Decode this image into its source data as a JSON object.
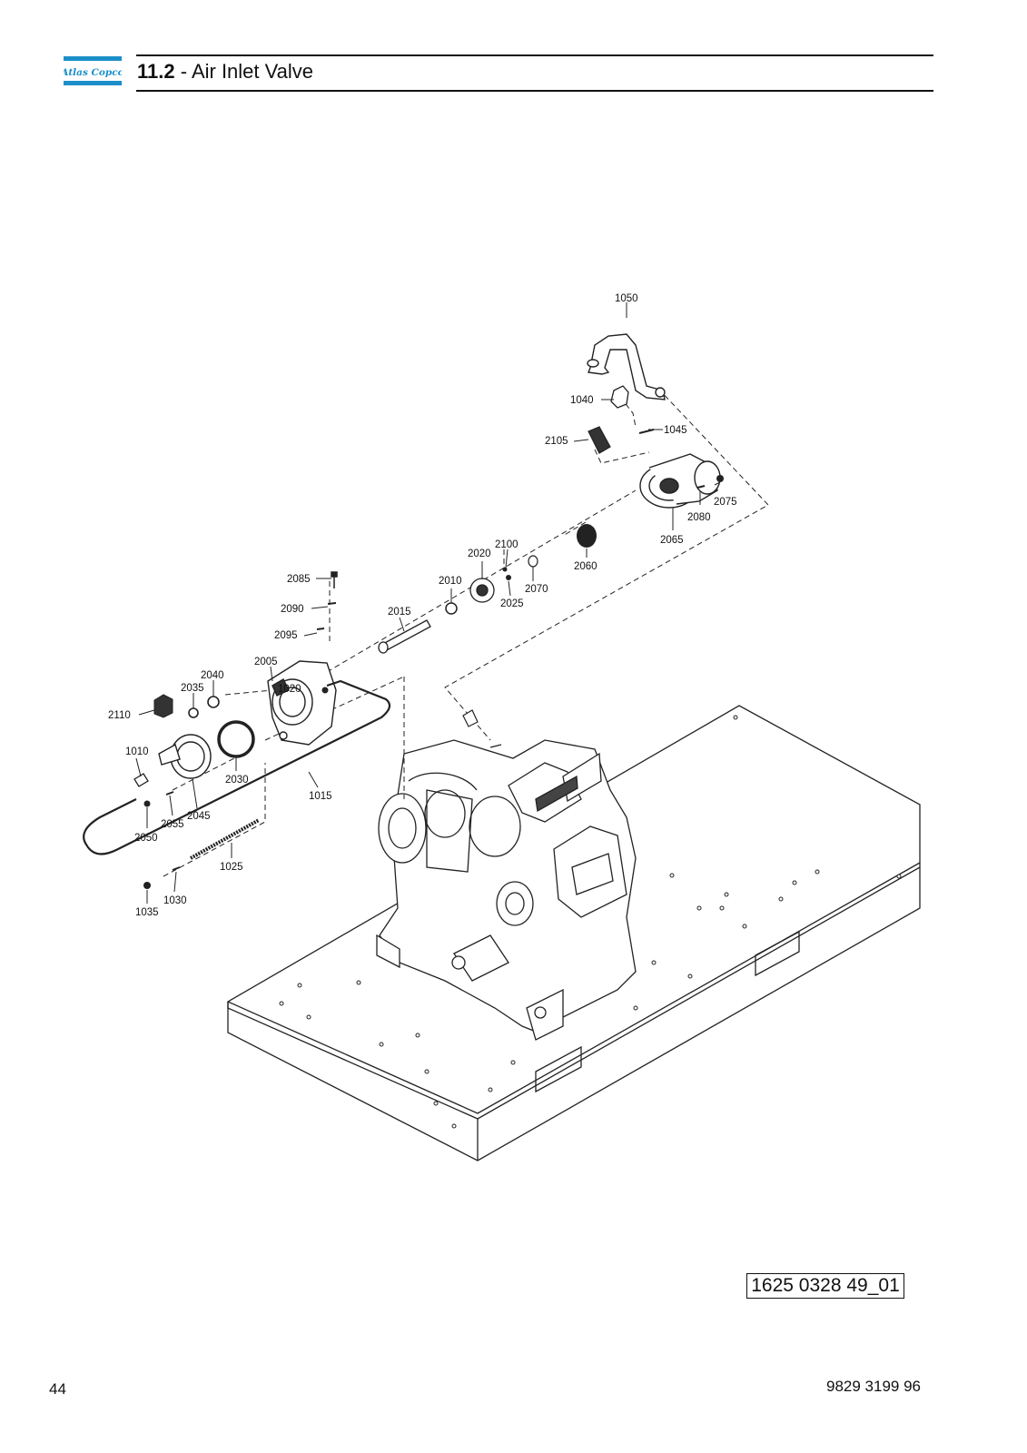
{
  "header": {
    "brand": "Atlas Copco",
    "section_number": "11.2",
    "section_title": " - Air Inlet Valve"
  },
  "diagram": {
    "callouts": {
      "c1050": "1050",
      "c1040": "1040",
      "c1045": "1045",
      "c2105": "2105",
      "c2075": "2075",
      "c2080": "2080",
      "c2065": "2065",
      "c2060": "2060",
      "c2100": "2100",
      "c2020": "2020",
      "c2010": "2010",
      "c2070": "2070",
      "c2025": "2025",
      "c2085": "2085",
      "c2090": "2090",
      "c2015": "2015",
      "c2095": "2095",
      "c2040": "2040",
      "c2005": "2005",
      "c2035": "2035",
      "c1020": "1020",
      "c2110": "2110",
      "c1010": "1010",
      "c2030": "2030",
      "c1015": "1015",
      "c2045": "2045",
      "c2055": "2055",
      "c2050": "2050",
      "c1025": "1025",
      "c1030": "1030",
      "c1035": "1035"
    }
  },
  "footer": {
    "drawing_ref": "1625 0328 49_01",
    "page_number": "44",
    "document_number": "9829 3199 96"
  }
}
